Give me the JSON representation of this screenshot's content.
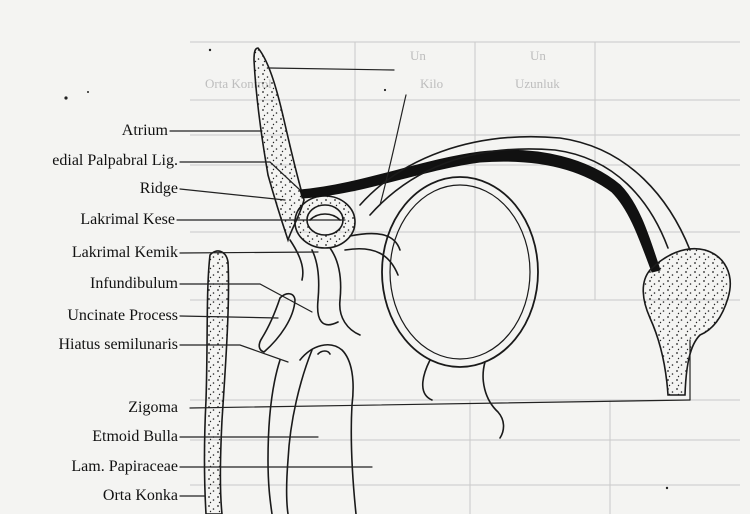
{
  "labels": {
    "atrium": "Atrium",
    "medial_palpebral_lig": "edial Palpabral Lig.",
    "ridge": "Ridge",
    "lakrimal_kese": "Lakrimal Kese",
    "lakrimal_kemik": "Lakrimal Kemik",
    "infundibulum": "Infundibulum",
    "uncinate_process": "Uncinate Process",
    "hiatus_semilunaris": "Hiatus semilunaris",
    "zigoma": "Zigoma",
    "etmoid_bulla": "Etmoid Bulla",
    "lam_papiraceae": "Lam. Papiraceae",
    "orta_konka": "Orta Konka"
  },
  "show_through": {
    "header_1": "Orta Kontrol",
    "header_2": "Kilo",
    "header_3": "Uzunluk",
    "header_4": "Un",
    "header_5": "Un"
  },
  "colors": {
    "line": "#1a1a1a",
    "ligament": "#111111",
    "paper": "#f4f4f2",
    "ghost_text": "#bdbdbd"
  }
}
